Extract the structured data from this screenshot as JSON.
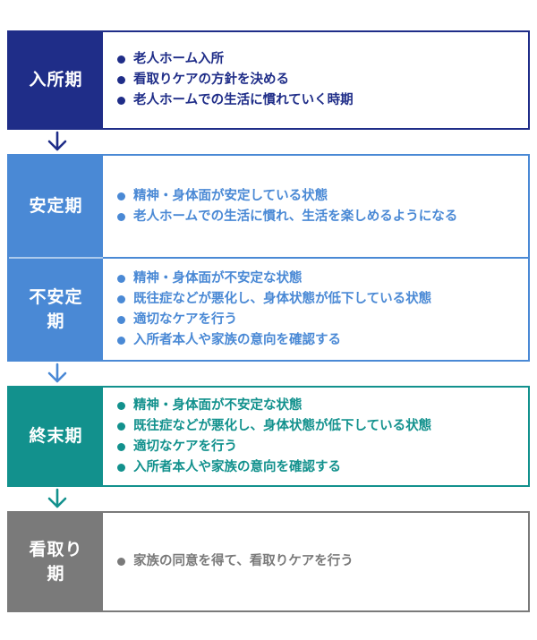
{
  "colors": {
    "stage1": "#1f2d88",
    "stage2": "#4a89d5",
    "stage3": "#4a89d5",
    "stage4": "#12918d",
    "stage5": "#7a7a7a"
  },
  "stages": [
    {
      "label": "入所期",
      "items": [
        "老人ホーム入所",
        "看取りケアの方針を決める",
        "老人ホームでの生活に慣れていく時期"
      ]
    },
    {
      "label": "安定期",
      "items": [
        "精神・身体面が安定している状態",
        "老人ホームでの生活に慣れ、生活を楽しめるようになる"
      ]
    },
    {
      "label_line1": "不安定",
      "label_line2": "期",
      "items": [
        "精神・身体面が不安定な状態",
        "既往症などが悪化し、身体状態が低下している状態",
        "適切なケアを行う",
        "入所者本人や家族の意向を確認する"
      ]
    },
    {
      "label": "終末期",
      "items": [
        "精神・身体面が不安定な状態",
        "既往症などが悪化し、身体状態が低下している状態",
        "適切なケアを行う",
        "入所者本人や家族の意向を確認する"
      ]
    },
    {
      "label_line1": "看取り",
      "label_line2": "期",
      "items": [
        "家族の同意を得て、看取りケアを行う"
      ]
    }
  ],
  "arrow_icon": "chevron-down-arrow"
}
